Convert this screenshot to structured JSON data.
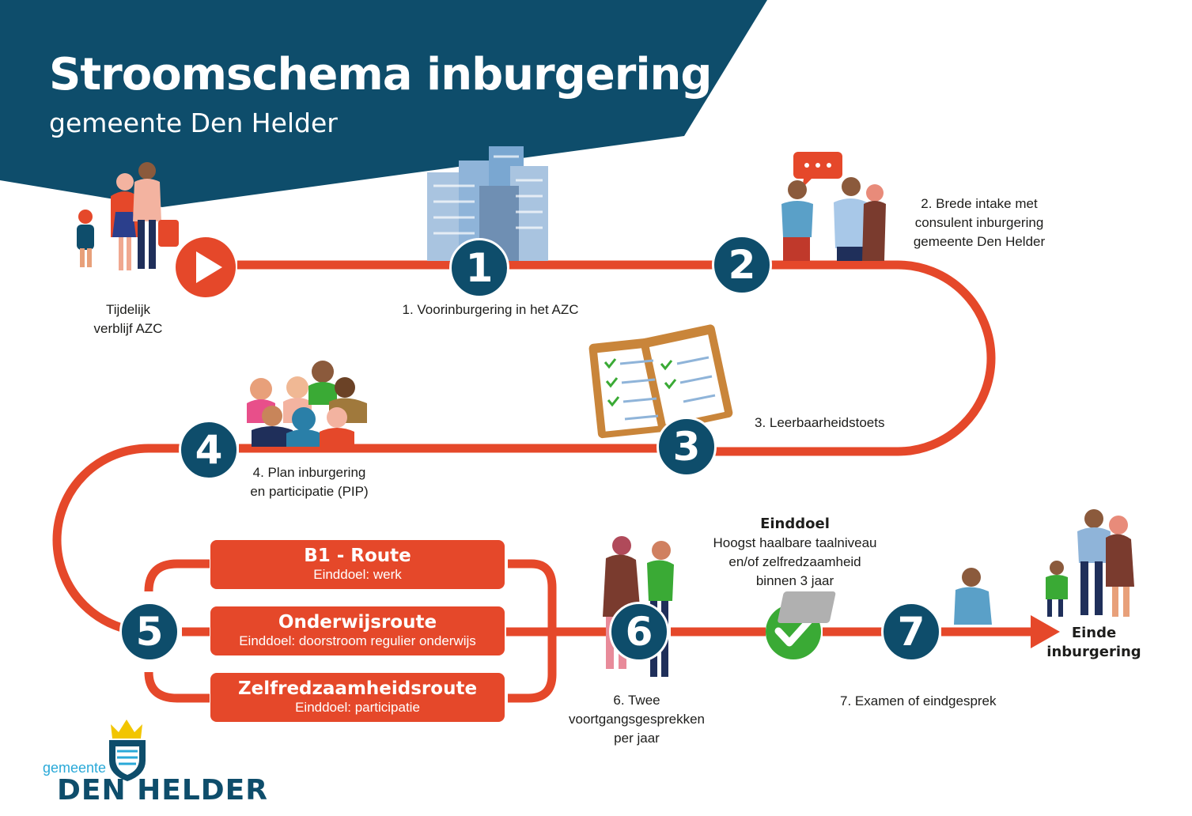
{
  "header": {
    "title": "Stroomschema inburgering",
    "subtitle": "gemeente Den Helder"
  },
  "steps": {
    "start": {
      "label_line1": "Tijdelijk",
      "label_line2": "verblijf AZC"
    },
    "s1": {
      "number": "1",
      "label": "1. Voorinburgering in het AZC"
    },
    "s2": {
      "number": "2",
      "label_line1": "2. Brede intake met",
      "label_line2": "consulent inburgering",
      "label_line3": "gemeente Den Helder"
    },
    "s3": {
      "number": "3",
      "label": "3. Leerbaarheidstoets"
    },
    "s4": {
      "number": "4",
      "label_line1": "4. Plan inburgering",
      "label_line2": "en participatie (PIP)"
    },
    "s5": {
      "number": "5"
    },
    "s6": {
      "number": "6",
      "label_line1": "6. Twee",
      "label_line2": "voortgangsgesprekken",
      "label_line3": "per jaar"
    },
    "s7": {
      "number": "7",
      "label": "7. Examen of eindgesprek"
    }
  },
  "routes": [
    {
      "title": "B1 - Route",
      "subtitle": "Einddoel: werk"
    },
    {
      "title": "Onderwijsroute",
      "subtitle": "Einddoel: doorstroom regulier onderwijs"
    },
    {
      "title": "Zelfredzaamheidsroute",
      "subtitle": "Einddoel: participatie"
    }
  ],
  "goal": {
    "heading": "Einddoel",
    "line1": "Hoogst haalbare taalniveau",
    "line2": "en/of zelfredzaamheid",
    "line3": "binnen 3 jaar"
  },
  "end": {
    "line1": "Einde",
    "line2": "inburgering"
  },
  "logo": {
    "small": "gemeente",
    "big": "DEN HELDER"
  },
  "colors": {
    "navy": "#0e4d6b",
    "orange": "#e5482a",
    "green": "#3aaa35",
    "cyan": "#2aa9d8"
  }
}
